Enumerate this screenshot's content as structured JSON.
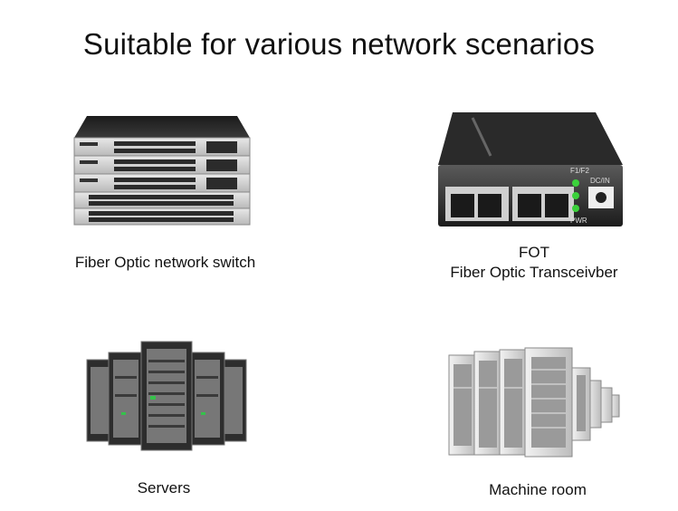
{
  "title": "Suitable for various network scenarios",
  "items": [
    {
      "label": "Fiber Optic network switch",
      "image": "network-switch-stack"
    },
    {
      "label_line1": "FOT",
      "label_line2": "Fiber Optic Transceivber",
      "image": "fiber-transceiver",
      "device_labels": {
        "f1f2": "F1/F2",
        "dcin": "DC/IN",
        "pwr": "PWR"
      }
    },
    {
      "label": "Servers",
      "image": "server-racks"
    },
    {
      "label": "Machine room",
      "image": "machine-room-racks"
    }
  ]
}
